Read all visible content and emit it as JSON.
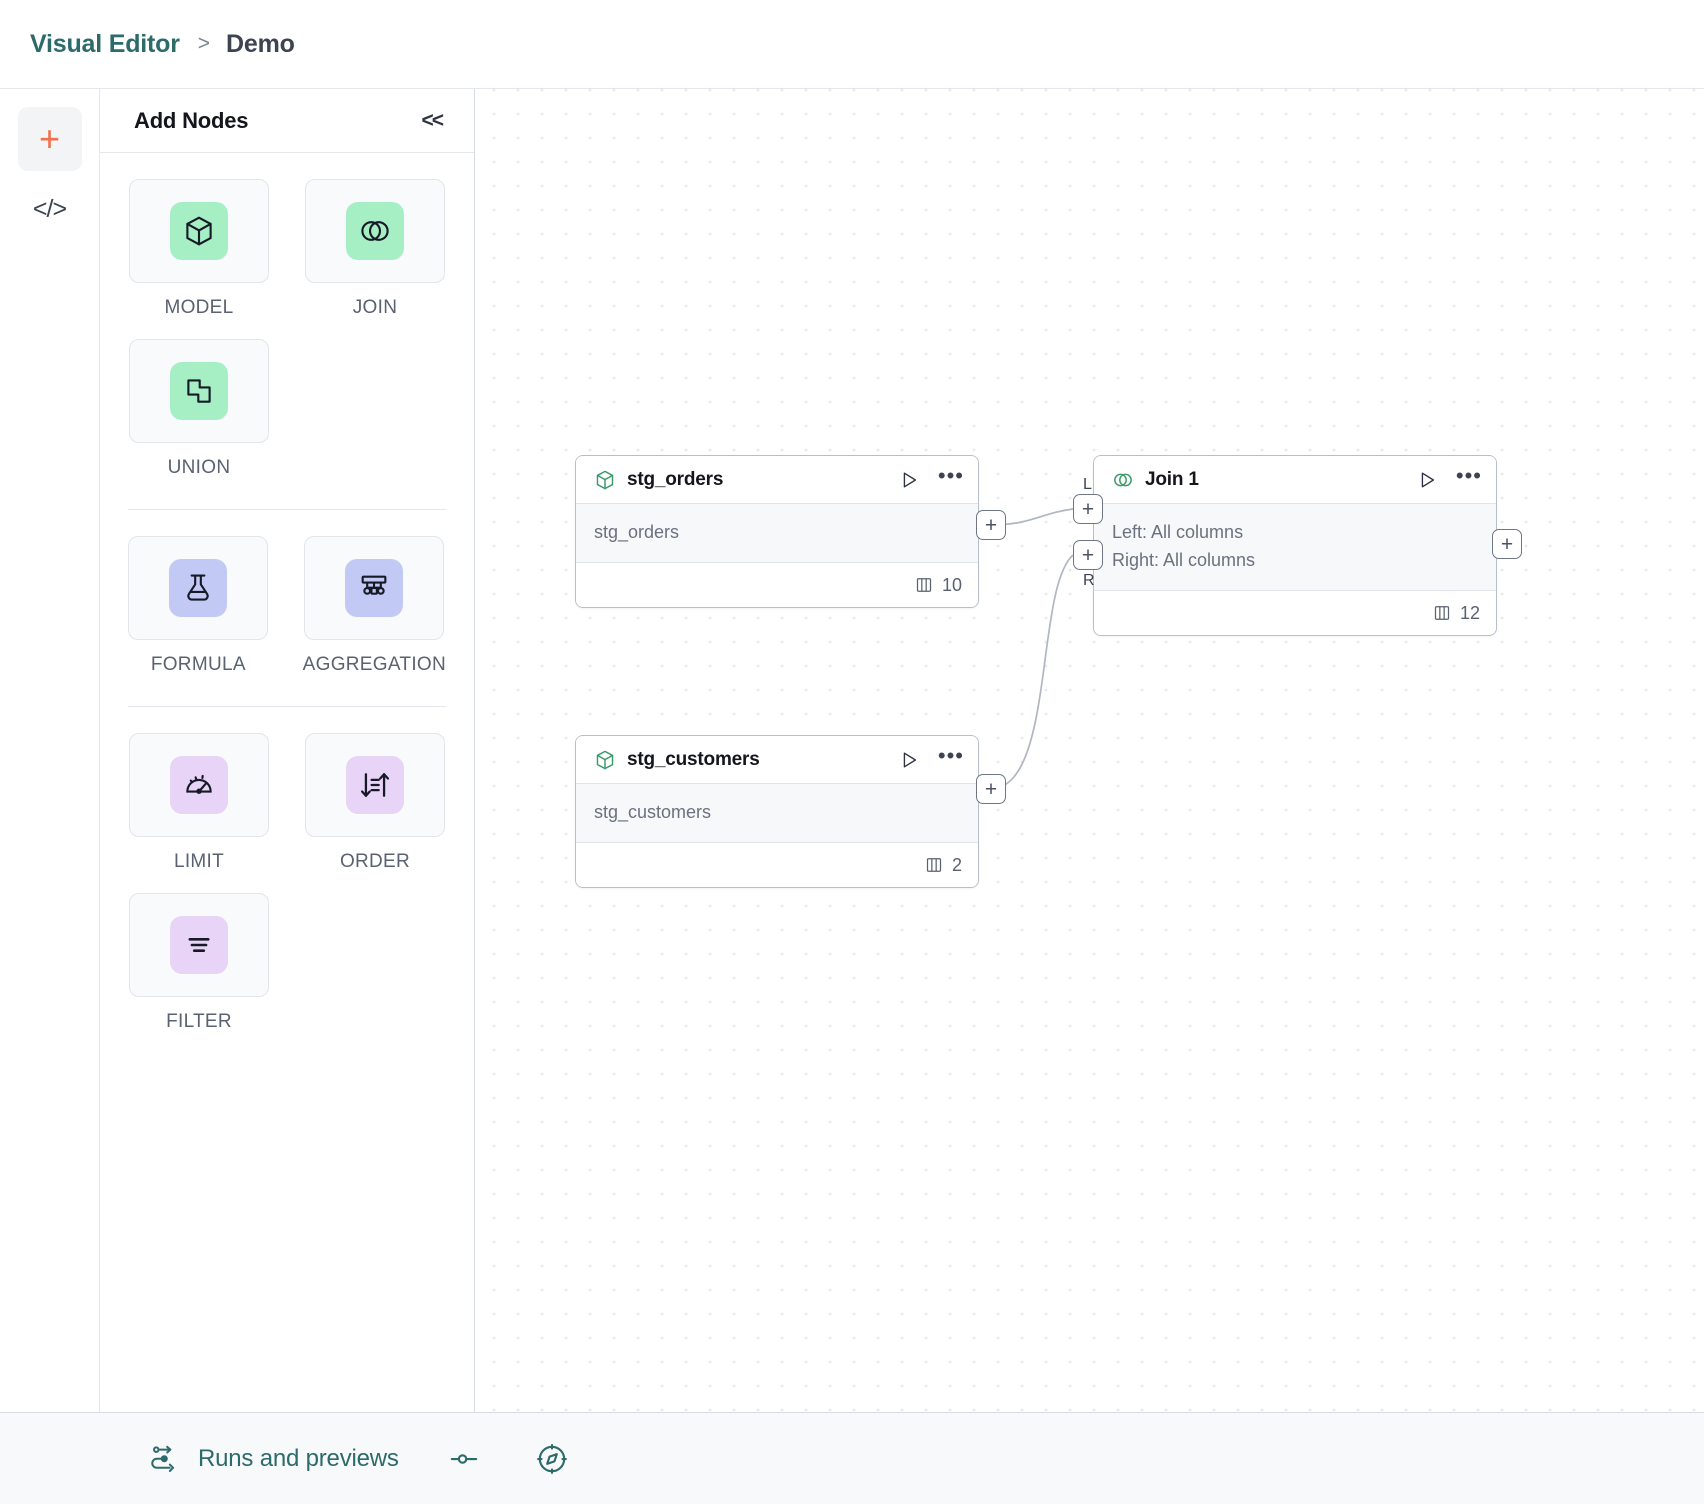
{
  "breadcrumb": {
    "root": "Visual Editor",
    "separator": ">",
    "leaf": "Demo"
  },
  "rail": {
    "add_label": "+",
    "add_name": "add-node-rail-button",
    "code_label": "</>",
    "code_name": "code-view-rail-button"
  },
  "panel": {
    "title": "Add Nodes",
    "collapse_label": "<<",
    "groups": [
      {
        "items": [
          {
            "label": "MODEL",
            "icon": "cube-icon",
            "badge": "#a6eec4"
          },
          {
            "label": "JOIN",
            "icon": "venn-circles-icon",
            "badge": "#a6eec4"
          },
          {
            "label": "UNION",
            "icon": "overlapping-squares-icon",
            "badge": "#a6eec4"
          }
        ]
      },
      {
        "items": [
          {
            "label": "FORMULA",
            "icon": "flask-icon",
            "badge": "#c3c9f5"
          },
          {
            "label": "AGGREGATION",
            "icon": "hierarchy-icon",
            "badge": "#c3c9f5"
          }
        ]
      },
      {
        "items": [
          {
            "label": "LIMIT",
            "icon": "gauge-icon",
            "badge": "#e8d4f7"
          },
          {
            "label": "ORDER",
            "icon": "sort-arrows-icon",
            "badge": "#e8d4f7"
          },
          {
            "label": "FILTER",
            "icon": "filter-lines-icon",
            "badge": "#e8d4f7"
          }
        ]
      }
    ]
  },
  "canvas": {
    "nodes": [
      {
        "id": "stg_orders",
        "title": "stg_orders",
        "icon": "cube-icon",
        "subtitle": "stg_orders",
        "column_count": "10",
        "run_label": "run-icon",
        "more_label": "•••"
      },
      {
        "id": "stg_customers",
        "title": "stg_customers",
        "icon": "cube-icon",
        "subtitle": "stg_customers",
        "column_count": "2",
        "run_label": "run-icon",
        "more_label": "•••"
      },
      {
        "id": "join_1",
        "title": "Join 1",
        "icon": "venn-circles-icon",
        "left_columns": "Left: All columns",
        "right_columns": "Right: All columns",
        "column_count": "12",
        "run_label": "run-icon",
        "more_label": "•••"
      }
    ],
    "handles": {
      "plus": "+",
      "left_tag": "L",
      "right_tag": "R"
    }
  },
  "footer": {
    "runs_label": "Runs and previews",
    "runs_icon": "runs-flow-icon",
    "toggle_icon": "toggle-switch-icon",
    "compass_icon": "compass-icon"
  },
  "colors": {
    "brand_teal": "#2d6a6a",
    "accent_orange": "#f0714d",
    "node_green": "#3a9a6a",
    "badge_green": "#a6eec4",
    "badge_indigo": "#c3c9f5",
    "badge_violet": "#e8d4f7"
  }
}
